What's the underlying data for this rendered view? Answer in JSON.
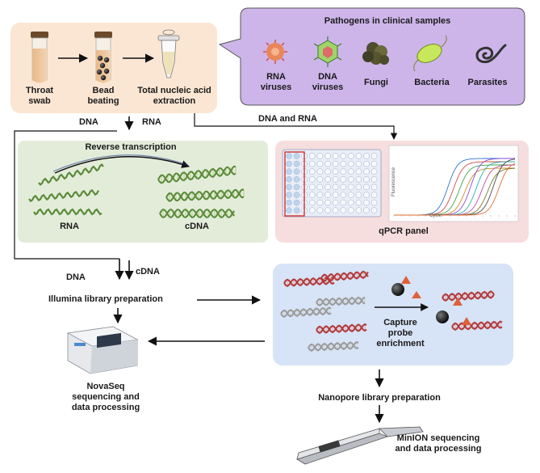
{
  "sample_prep": {
    "steps": [
      "Throat swab",
      "Bead beating",
      "Total nucleic acid extraction"
    ],
    "throat_swab": "Throat\nswab",
    "bead_beating": "Bead\nbeating",
    "extraction": "Total nucleic acid\nextraction"
  },
  "pathogens": {
    "title": "Pathogens in clinical samples",
    "items": [
      "RNA\nviruses",
      "DNA\nviruses",
      "Fungi",
      "Bacteria",
      "Parasites"
    ]
  },
  "flow_labels": {
    "dna_top": "DNA",
    "rna_top": "RNA",
    "dna_and_rna": "DNA and RNA",
    "dna_mid": "DNA",
    "cdna_mid": "cDNA"
  },
  "rt_panel": {
    "title": "Reverse transcription",
    "rna": "RNA",
    "cdna": "cDNA"
  },
  "qpcr": {
    "label": "qPCR panel",
    "x_axis": "Cycle",
    "y_axis": "Fluorescence"
  },
  "illumina": {
    "prep": "Illumina library preparation",
    "seq": "NovaSeq\nsequencing and\ndata processing"
  },
  "capture": {
    "label": "Capture\nprobe\nenrichment"
  },
  "nanopore": {
    "prep": "Nanopore library preparation",
    "seq": "MinION sequencing\nand data processing"
  },
  "colors": {
    "sample_box": "#fbe6d4",
    "pathogen_box": "#cdb5ea",
    "rt_box": "#e3ecd9",
    "qpcr_box": "#f6dede",
    "capture_box": "#d7e3f6",
    "helix_green": "#5a8a3a",
    "helix_red": "#b03a3a",
    "helix_grey": "#9a9a9a"
  }
}
